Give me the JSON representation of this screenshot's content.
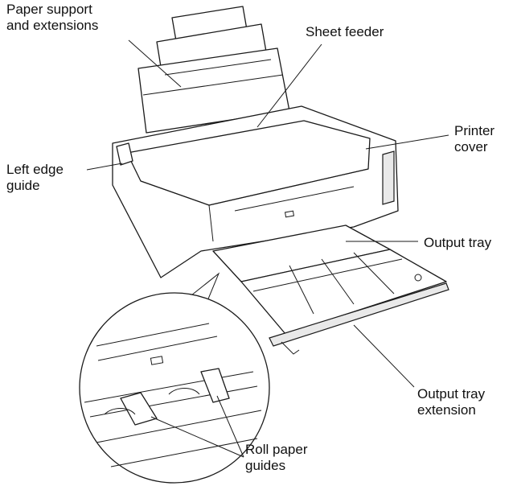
{
  "labels": {
    "paper_support": "Paper support\nand extensions",
    "sheet_feeder": "Sheet feeder",
    "printer_cover": "Printer\ncover",
    "left_edge_guide": "Left edge\nguide",
    "output_tray": "Output tray",
    "output_tray_extension": "Output tray\nextension",
    "roll_paper_guides": "Roll paper\nguides"
  },
  "icons": {
    "printer": "printer-illustration",
    "magnifier": "detail-magnifier-circle"
  },
  "colors": {
    "line": "#1a1a1a",
    "background": "#ffffff"
  }
}
